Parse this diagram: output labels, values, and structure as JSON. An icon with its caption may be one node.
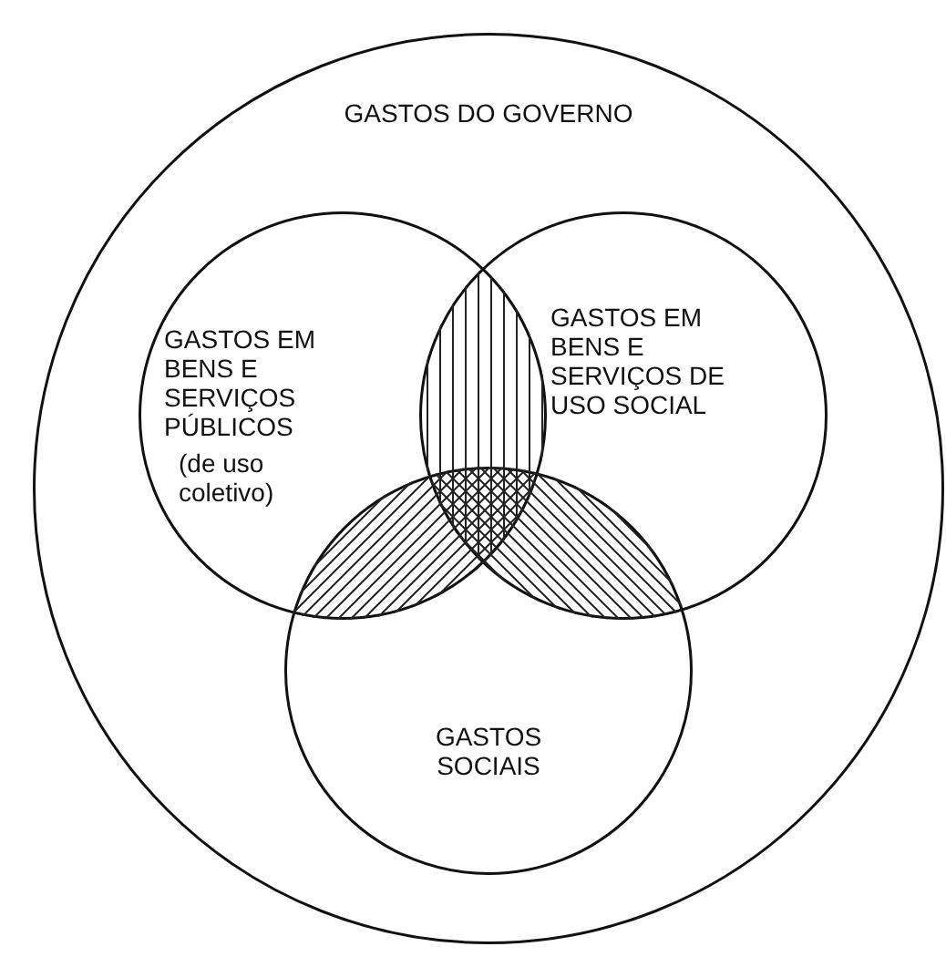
{
  "diagram": {
    "nodes": [
      {
        "text": [
          "GASTOS DO GOVERNO"
        ]
      },
      {
        "text": [
          "GASTOS EM BENS E SERVIÇOS PÚBLICOS",
          "(de uso coletivo)"
        ],
        "in": 0
      },
      {
        "text": [
          "GASTOS EM BENS E SERVIÇOS DE USO SOCIAL"
        ],
        "in": 0
      },
      {
        "text": [
          "GASTOS SOCIAIS"
        ],
        "in": 0
      }
    ]
  }
}
